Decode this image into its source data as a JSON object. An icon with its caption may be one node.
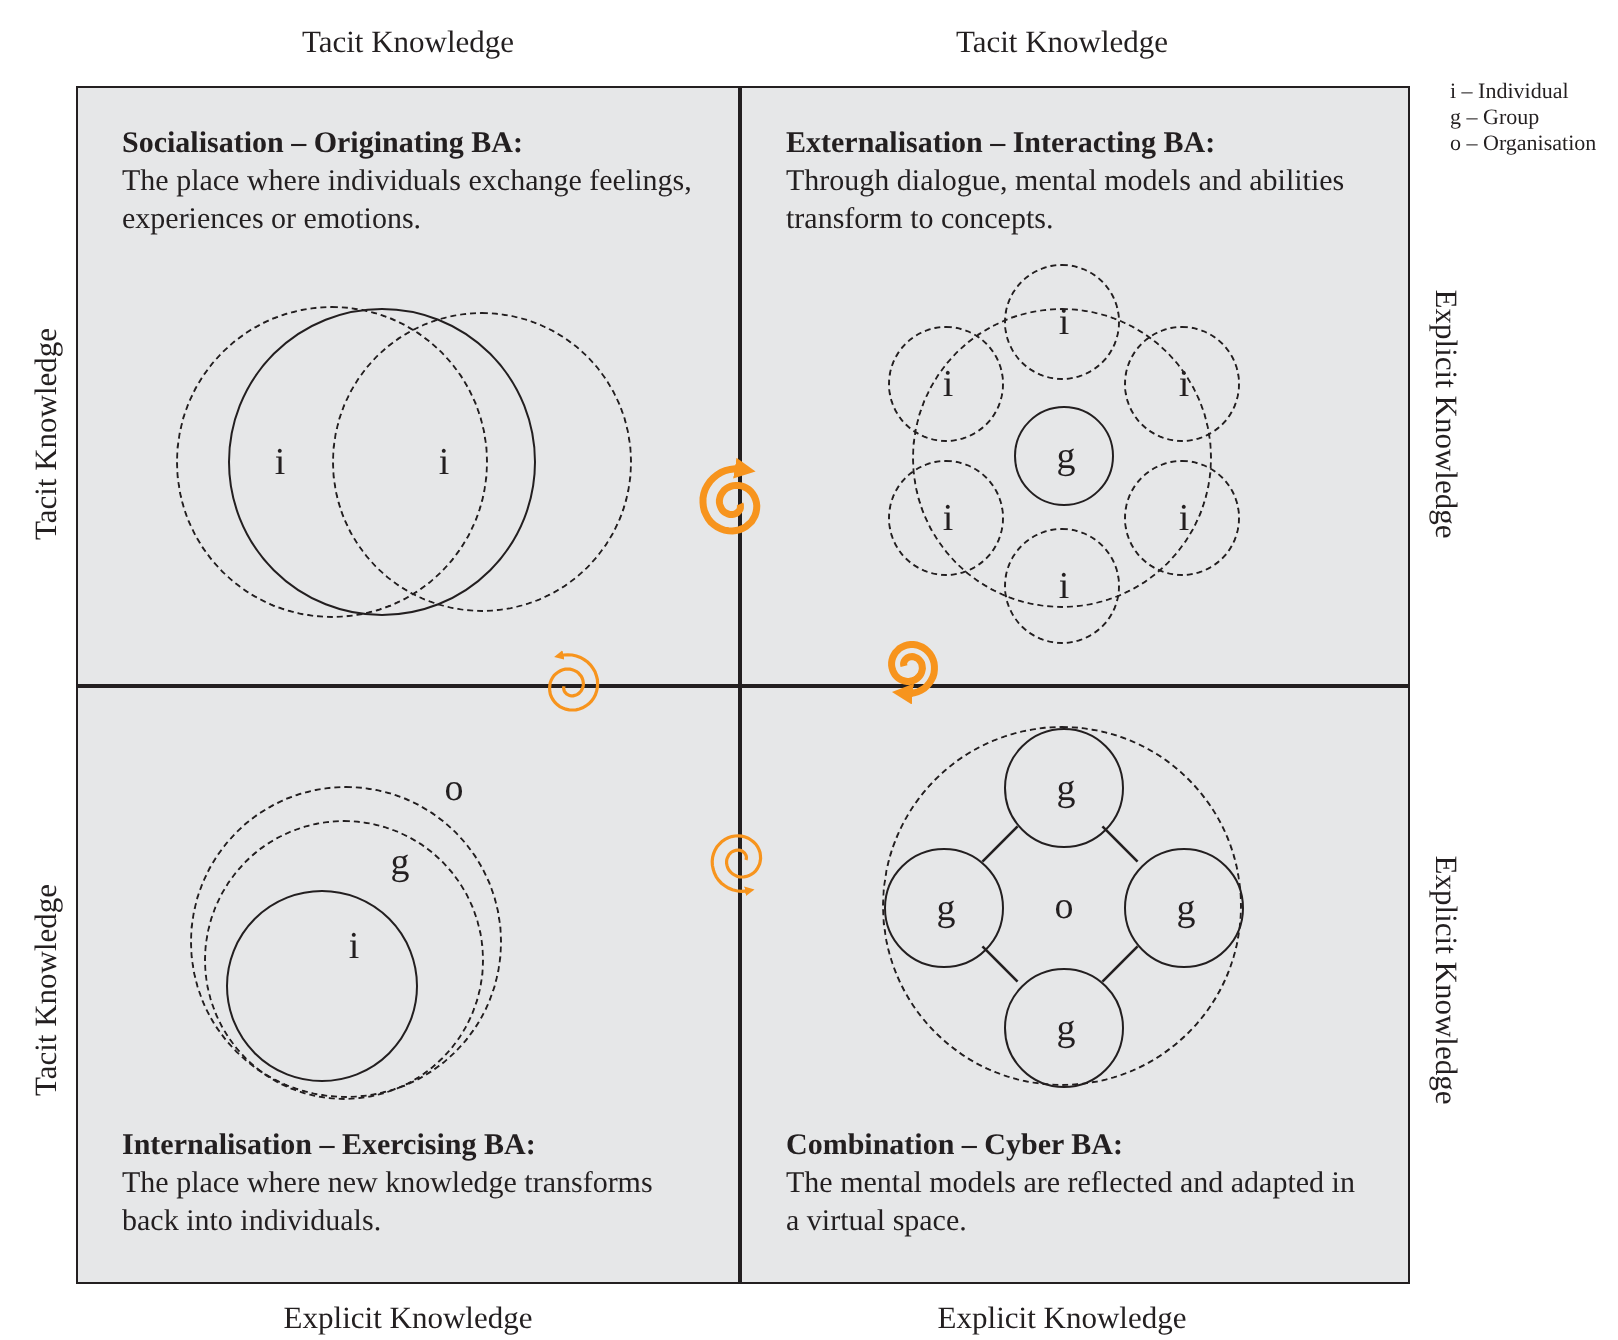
{
  "diagram": {
    "nodes": [
      {
        "text": [
          "Socialisation – Originating BA:",
          "The place where individuals exchange feelings, experiences or emotions."
        ]
      },
      {
        "text": [],
        "shape": "circle",
        "in": 0
      },
      {
        "text": [
          "i"
        ],
        "in": 0
      },
      {
        "text": [
          "i"
        ],
        "in": 0
      },
      {
        "text": [
          "Externalisation – Interacting BA:",
          "Through dialogue, mental models and abilities transform to concepts."
        ]
      },
      {
        "text": [],
        "shape": "circle",
        "in": 4
      },
      {
        "text": [
          "i"
        ],
        "in": 4
      },
      {
        "text": [
          "i"
        ],
        "in": 4
      },
      {
        "text": [
          "i"
        ],
        "in": 4
      },
      {
        "text": [
          "g"
        ],
        "in": 5
      },
      {
        "text": [
          "i"
        ],
        "in": 4
      },
      {
        "text": [
          "i"
        ],
        "in": 4
      },
      {
        "text": [
          "i"
        ],
        "in": 4
      },
      {
        "text": [
          "Internalisation – Exercising BA:",
          "The place where new knowledge transforms back into individuals."
        ]
      },
      {
        "text": [
          "o"
        ],
        "in": 13
      },
      {
        "text": [
          "g"
        ],
        "in": 14
      },
      {
        "text": [
          "i"
        ],
        "in": 15
      },
      {
        "text": [
          "Combination – Cyber BA:",
          "The mental models are reflected and adapted in a virtual space."
        ]
      },
      {
        "text": [
          "o"
        ],
        "in": 17
      },
      {
        "text": [
          "g"
        ],
        "in": 18
      },
      {
        "text": [
          "g"
        ],
        "in": 18
      },
      {
        "text": [
          "g"
        ],
        "in": 18
      },
      {
        "text": [
          "g"
        ],
        "in": 18
      }
    ],
    "edges": [
      {
        "from": 19,
        "to": 20,
        "arrow": "none"
      },
      {
        "from": 19,
        "to": 21,
        "arrow": "none"
      },
      {
        "from": 20,
        "to": 22,
        "arrow": "none"
      },
      {
        "from": 21,
        "to": 22,
        "arrow": "none"
      }
    ],
    "labels": [
      "Tacit Knowledge",
      "Tacit Knowledge",
      "i – Individual",
      "g – Group",
      "o – Organisation",
      "Tacit Knowledge",
      "Explicit Knowledge",
      "Tacit Knowledge",
      "Explicit Knowledge",
      "Explicit Knowledge",
      "Explicit Knowledge"
    ]
  }
}
